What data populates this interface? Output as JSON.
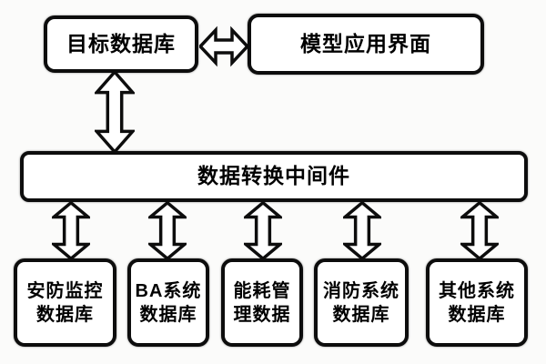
{
  "diagram": {
    "title": "data-integration-architecture",
    "colors": {
      "stroke": "#0d0d0d",
      "node_fill": "#ffffff",
      "background": "#fbfbfa",
      "text": "#000000"
    },
    "nodes": {
      "target_db": {
        "label": "目标数据库"
      },
      "model_ui": {
        "label": "模型应用界面"
      },
      "middleware": {
        "label": "数据转换中间件"
      }
    },
    "source_nodes": [
      {
        "line1": "安防监控",
        "line2": "数据库"
      },
      {
        "line1": "BA系统",
        "line2": "数据库"
      },
      {
        "line1": "能耗管",
        "line2": "理数据"
      },
      {
        "line1": "消防系统",
        "line2": "数据库"
      },
      {
        "line1": "其他系统",
        "line2": "数据库"
      }
    ],
    "connectors": {
      "target_model": {
        "type": "bidirectional-horizontal"
      },
      "target_middleware": {
        "type": "bidirectional-vertical"
      },
      "middleware_sources_count": 5
    }
  }
}
